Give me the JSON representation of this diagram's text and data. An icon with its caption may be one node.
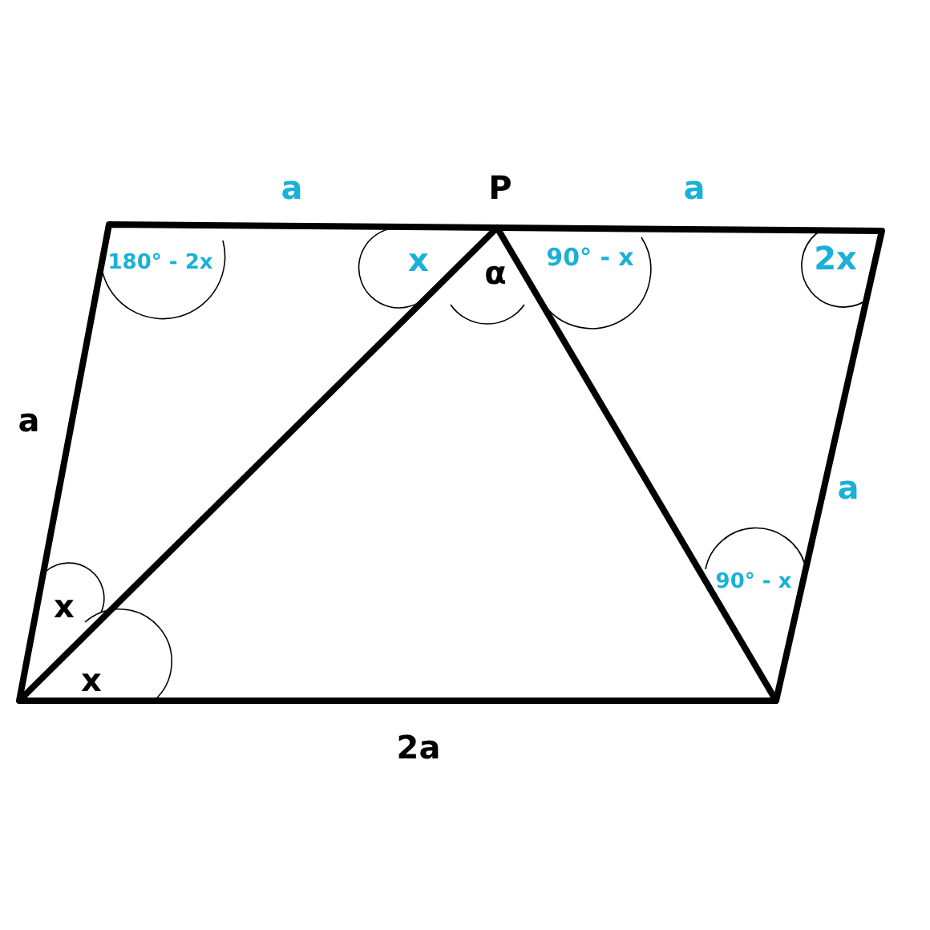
{
  "diagram": {
    "labels": [
      "a",
      "P",
      "a",
      "180° - 2x",
      "x",
      "90° - x",
      "2x",
      "α",
      "a",
      "a",
      "90° - x",
      "x",
      "x",
      "2a"
    ]
  }
}
